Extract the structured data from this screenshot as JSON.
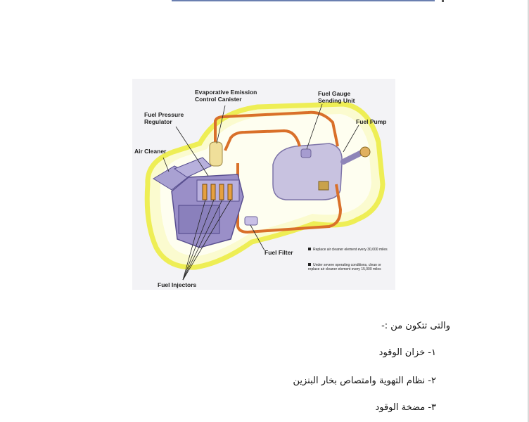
{
  "diagram": {
    "labels": {
      "evap": "Evaporative Emission\nControl Canister",
      "gauge": "Fuel Gauge\nSending Unit",
      "pump": "Fuel Pump",
      "regulator": "Fuel Pressure\nRegulator",
      "air_cleaner": "Air Cleaner",
      "filter": "Fuel Filter",
      "injectors": "Fuel Injectors"
    },
    "notes": [
      "Replace air cleaner element every 30,000 miles",
      "Under severe operating conditions, clean or replace air cleaner element every 15,000 miles"
    ],
    "colors": {
      "car_outline": "#f2f266",
      "fuel_line": "#d9702a",
      "engine": "#9a8fc8",
      "tank": "#c8c2e0"
    }
  },
  "text": {
    "intro": "والتى تتكون من :-",
    "item1": "١- خزان الوقود",
    "item2": "٢- نظام التهوية وامتصاص بخار البنزين",
    "item3": "٣- مضخة الوقود"
  }
}
